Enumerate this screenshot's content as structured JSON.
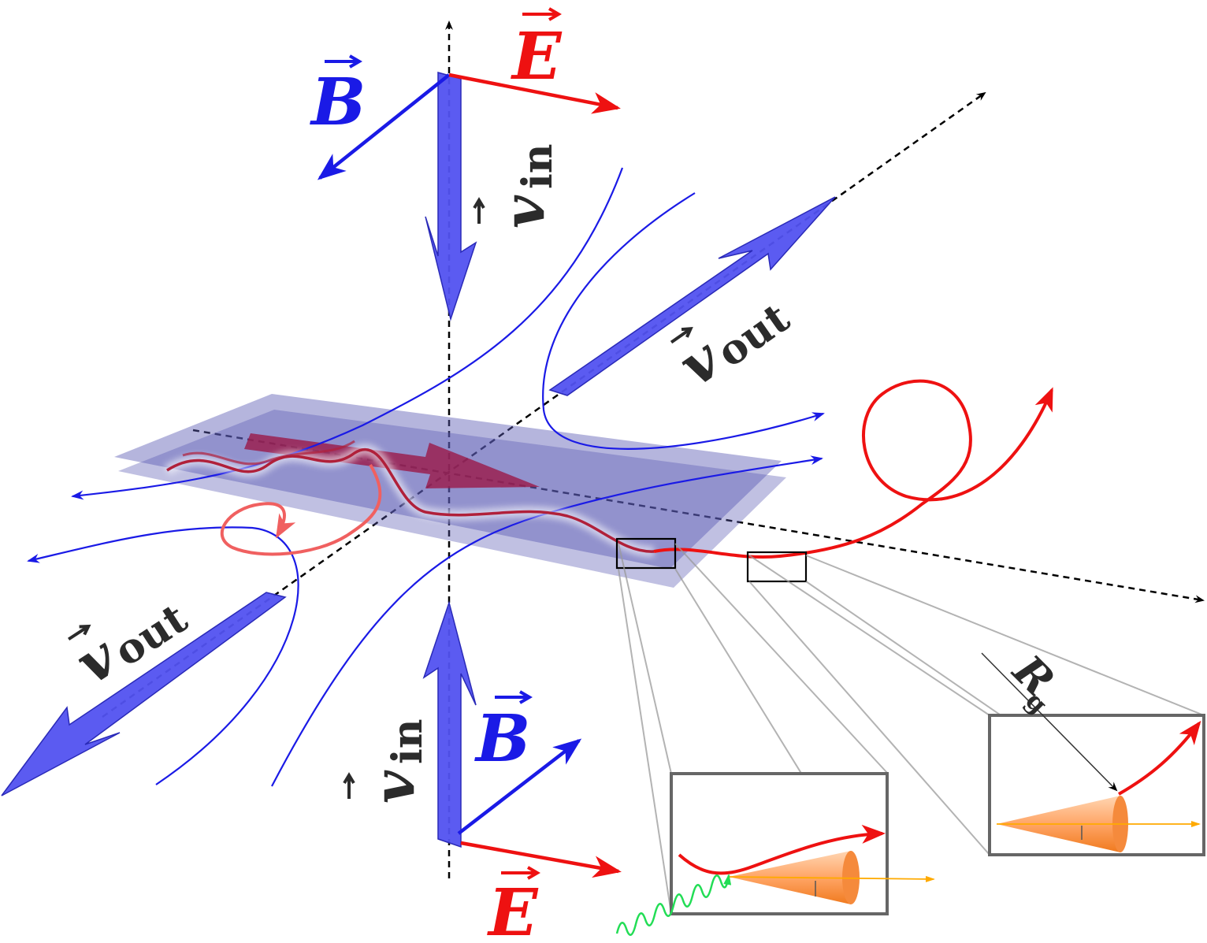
{
  "labels": {
    "B_top": "B",
    "E_top": "E",
    "v_in_top": "v",
    "v_in_top_sub": "in",
    "v_out_right": "v",
    "v_out_right_sub": "out",
    "v_out_left": "v",
    "v_out_left_sub": "out",
    "B_bottom": "B",
    "E_bottom": "E",
    "v_in_bottom": "v",
    "v_in_bottom_sub": "in",
    "R_g": "R",
    "R_g_sub": "g"
  },
  "colors": {
    "field_line": "#1a1ae6",
    "electric": "#ee1111",
    "flow_arrow": "#5252f0",
    "sheet": "#5a5ab4",
    "particle": "#ee1111",
    "cone": "#ff8c33",
    "photon": "#22dd55",
    "axis": "#000000",
    "inset_border": "#666666"
  }
}
